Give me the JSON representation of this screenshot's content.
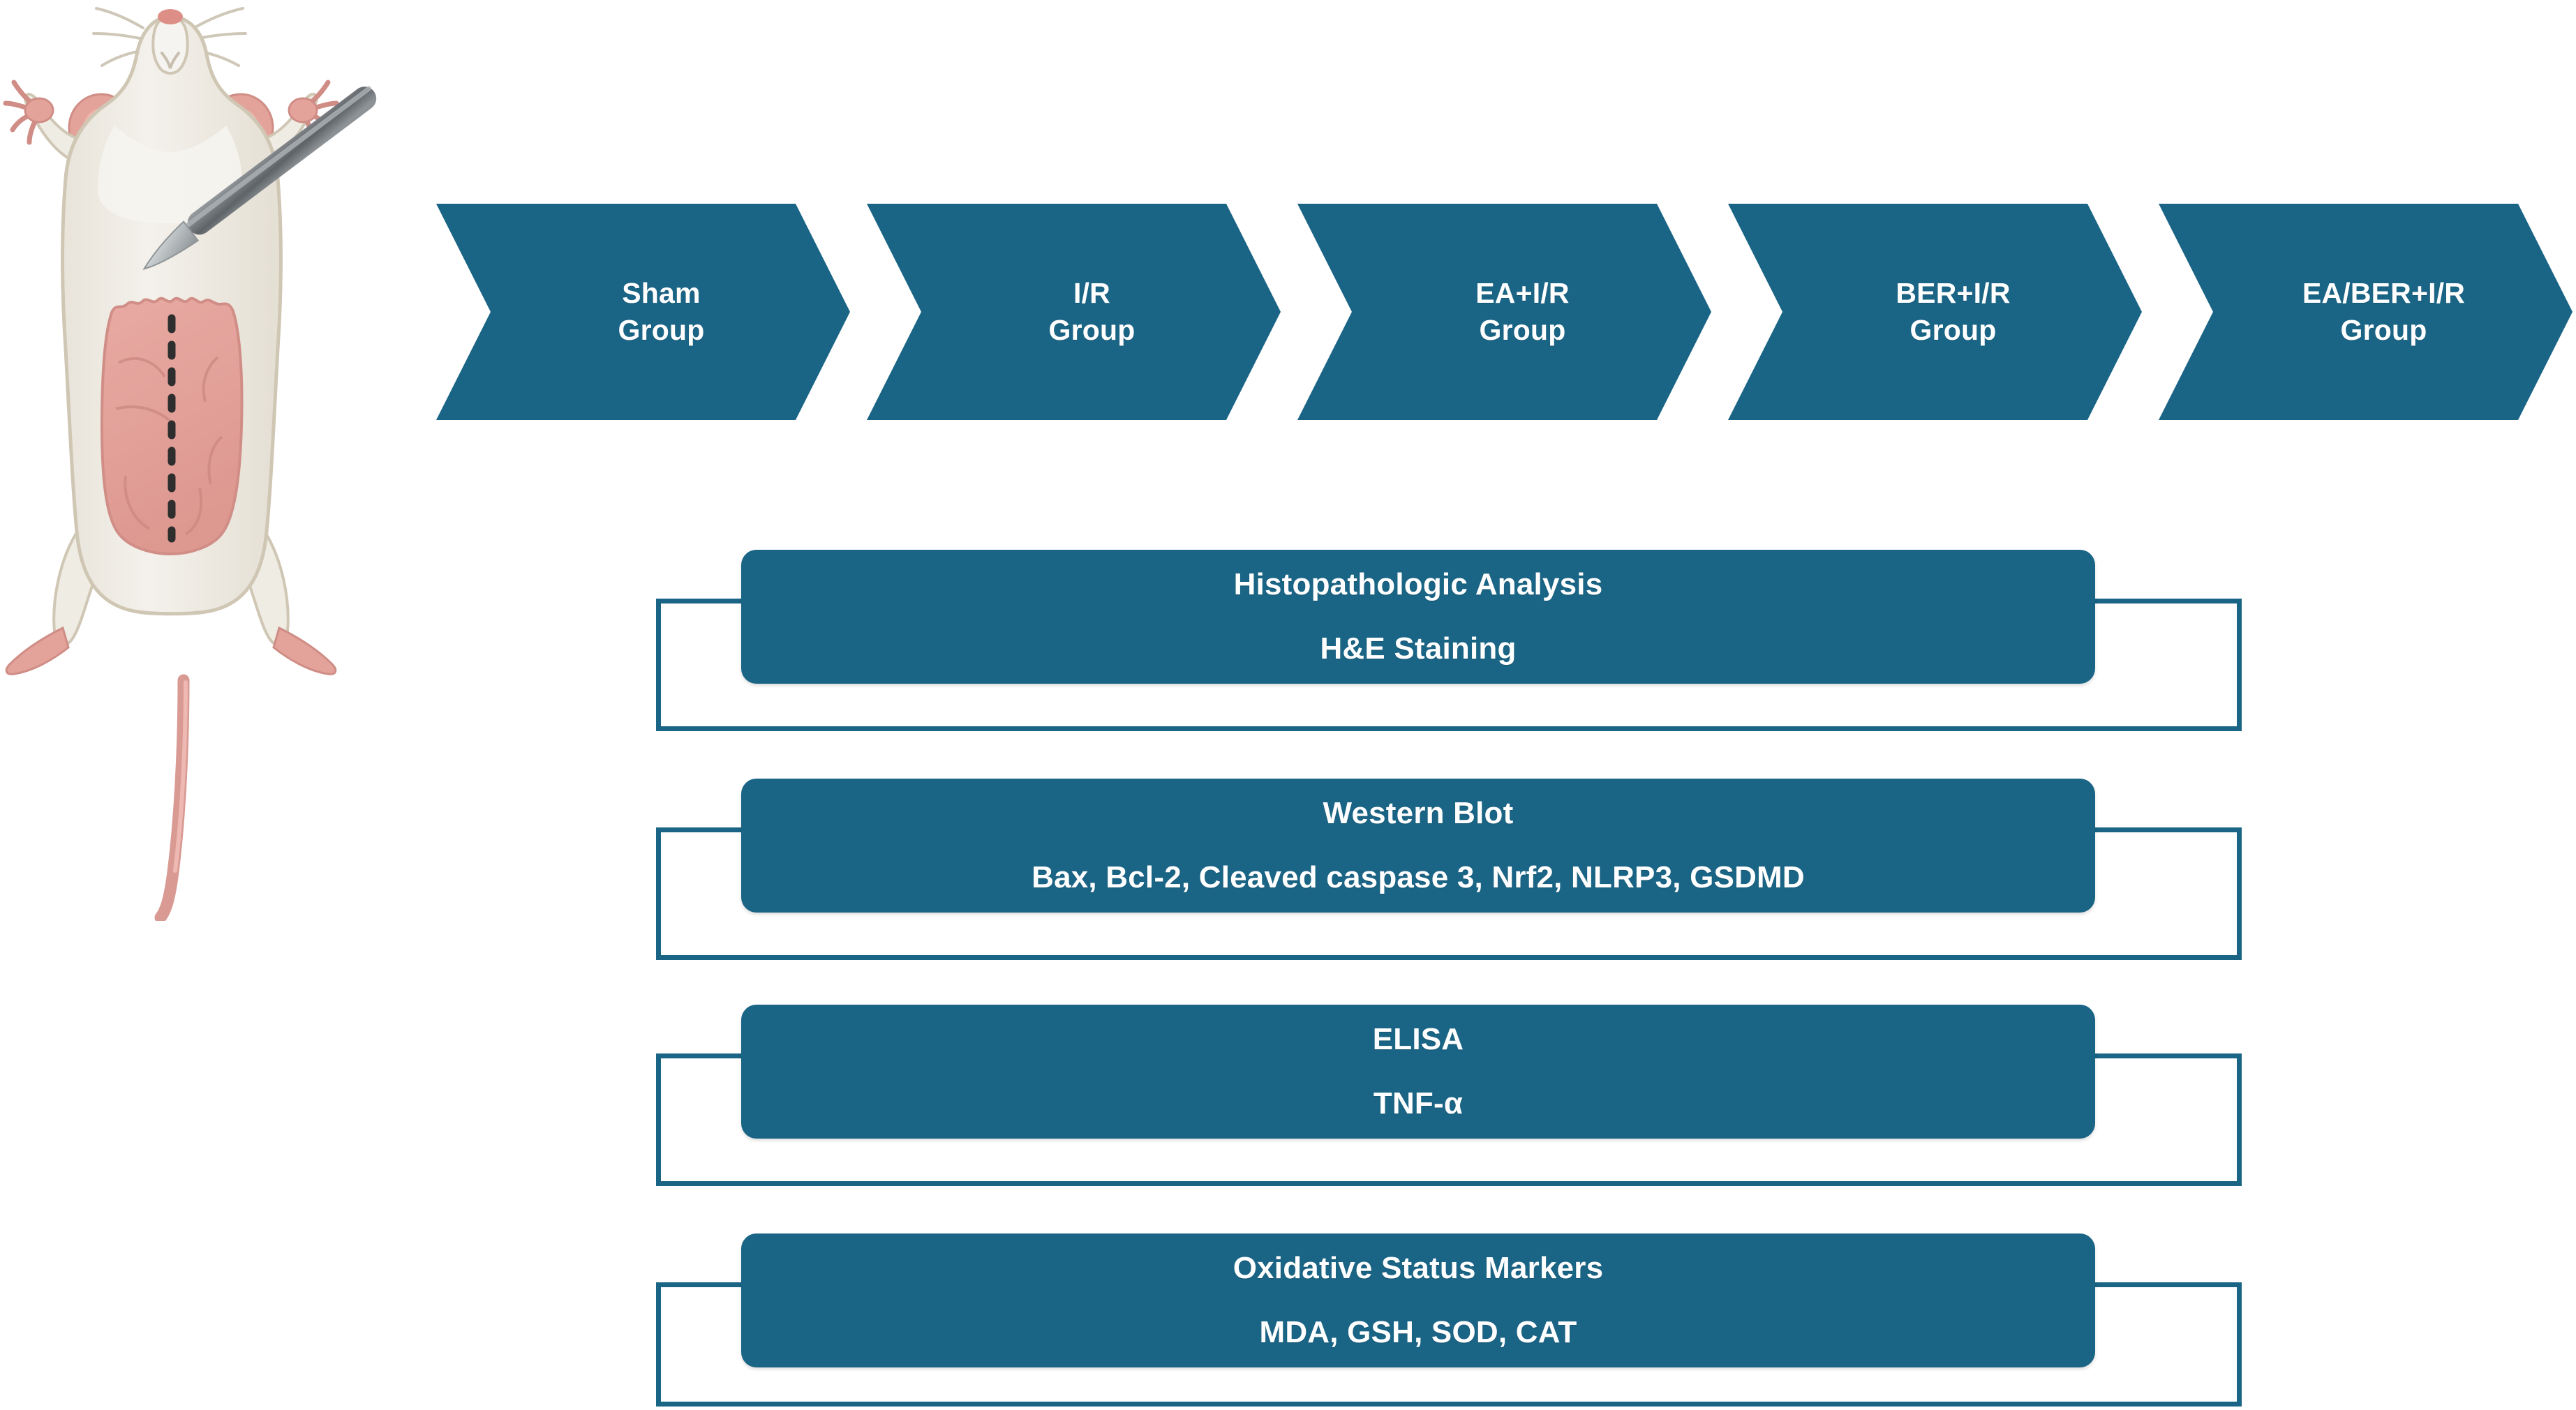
{
  "figure": {
    "title": "Experimental design flowchart: rat intestinal ischemia/reperfusion study",
    "background_color": "#ffffff",
    "accent_color": "#1a6485",
    "text_color": "#ffffff"
  },
  "illustration": {
    "name": "supine-rat-with-scalpel",
    "description": "Anesthetized rat lying supine with opened abdomen and dashed midline laparotomy incision, scalpel blade at the incision",
    "colors": {
      "body_fill": "#efece4",
      "body_outline": "#cfc6b4",
      "skin_pink": "#e6a59c",
      "abdomen_pink": "#e3a59f",
      "abdomen_outline": "#d79188",
      "tail_pink": "#e1a099",
      "scalpel_handle": "#6b7074",
      "scalpel_blade": "#c9cdd0",
      "incision_dash": "#2e2e2e"
    }
  },
  "groups": {
    "shape": "chevron-arrow",
    "items": [
      {
        "id": "sham",
        "label": "Sham\nGroup"
      },
      {
        "id": "ir",
        "label": "I/R\nGroup"
      },
      {
        "id": "ea-ir",
        "label": "EA+I/R\nGroup"
      },
      {
        "id": "ber-ir",
        "label": "BER+I/R\nGroup"
      },
      {
        "id": "ea-ber-ir",
        "label": "EA/BER+I/R\nGroup"
      }
    ]
  },
  "analyses": [
    {
      "id": "histopathologic-analysis",
      "title": "Histopathologic Analysis",
      "detail": "H&E Staining"
    },
    {
      "id": "western-blot",
      "title": "Western Blot",
      "detail": "Bax, Bcl-2, Cleaved caspase 3, Nrf2, NLRP3, GSDMD"
    },
    {
      "id": "elisa",
      "title": "ELISA",
      "detail": "TNF-α"
    },
    {
      "id": "oxidative-status-markers",
      "title": "Oxidative Status Markers",
      "detail": "MDA, GSH, SOD, CAT"
    }
  ]
}
